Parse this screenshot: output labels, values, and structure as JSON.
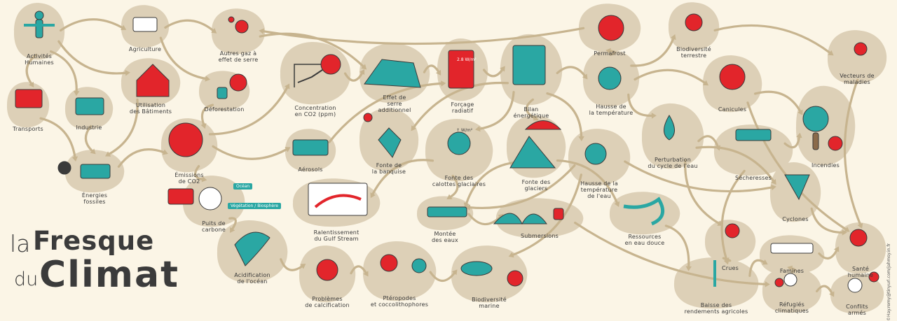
{
  "title": {
    "la": "la",
    "fresque": "Fresque",
    "du": "du",
    "climat": "Climat"
  },
  "credit": "©Hay.remy@tinyurl.com/jahmsy.in.fr",
  "colors": {
    "background": "#fbf5e6",
    "blob": "#ddd0b7",
    "arrow": "#c7b48f",
    "red": "#e2252b",
    "teal": "#2aa7a3",
    "ink": "#3a3a3a"
  },
  "nodes": [
    {
      "id": "activites",
      "label": "Activités\nHumaines"
    },
    {
      "id": "agriculture",
      "label": "Agriculture"
    },
    {
      "id": "autres_gaz",
      "label": "Autres gaz à\neffet de serre"
    },
    {
      "id": "transports",
      "label": "Transports"
    },
    {
      "id": "industrie",
      "label": "Industrie"
    },
    {
      "id": "batiments",
      "label": "Utilisation\ndes Bâtiments"
    },
    {
      "id": "deforestation",
      "label": "Déforestation"
    },
    {
      "id": "energies",
      "label": "Énergies\nfossiles"
    },
    {
      "id": "emissions",
      "label": "Émissions\nde CO2"
    },
    {
      "id": "concentration",
      "label": "Concentration\nen CO2 (ppm)"
    },
    {
      "id": "effet_serre",
      "label": "Effet de\nserre\nadditionnel"
    },
    {
      "id": "forcage",
      "label": "Forçage\nradiatif"
    },
    {
      "id": "bilan",
      "label": "Bilan\nénergétique"
    },
    {
      "id": "permafrost",
      "label": "Permafrost"
    },
    {
      "id": "hausse_temp",
      "label": "Hausse de\nla température"
    },
    {
      "id": "biodiv_terrestre",
      "label": "Biodiversité\nterrestre"
    },
    {
      "id": "vecteurs",
      "label": "Vecteurs de\nmaladies"
    },
    {
      "id": "aerosols",
      "label": "Aérosols"
    },
    {
      "id": "banquise",
      "label": "Fonte de\nla banquise"
    },
    {
      "id": "calottes",
      "label": "Fonte des\ncalottes glaciaires"
    },
    {
      "id": "glaciers",
      "label": "Fonte des\nglaciers"
    },
    {
      "id": "hausse_eau",
      "label": "Hausse de la\ntempérature\nde l'eau"
    },
    {
      "id": "cycle_eau",
      "label": "Perturbation\ndu cycle de l'eau"
    },
    {
      "id": "canicules",
      "label": "Canicules"
    },
    {
      "id": "incendies",
      "label": "Incendies"
    },
    {
      "id": "secheresses",
      "label": "Sécheresses"
    },
    {
      "id": "puits",
      "label": "Puits de\ncarbone"
    },
    {
      "id": "gulf",
      "label": "Ralentissement\ndu Gulf Stream"
    },
    {
      "id": "montee",
      "label": "Montée\ndes eaux"
    },
    {
      "id": "submersions",
      "label": "Submersions"
    },
    {
      "id": "ressources",
      "label": "Ressources\nen eau douce"
    },
    {
      "id": "cyclones",
      "label": "Cyclones"
    },
    {
      "id": "crues",
      "label": "Crues"
    },
    {
      "id": "famines",
      "label": "Famines"
    },
    {
      "id": "sante",
      "label": "Santé\nhumaine"
    },
    {
      "id": "acidification",
      "label": "Acidification\nde l'océan"
    },
    {
      "id": "calcification",
      "label": "Problèmes\nde calcification"
    },
    {
      "id": "pteropodes",
      "label": "Ptéropodes\net coccolithophores"
    },
    {
      "id": "biodiv_marine",
      "label": "Biodiversité\nmarine"
    },
    {
      "id": "rendements",
      "label": "Baisse des\nrendements agricoles"
    },
    {
      "id": "refugies",
      "label": "Réfugiés\nclimatiques"
    },
    {
      "id": "conflits",
      "label": "Conflits\narmés"
    }
  ],
  "annotations": {
    "forcage_value": "2.8 W/m²",
    "calottes_value": "↑ W/m²",
    "sign_ocean": "Océan",
    "sign_biosphere": "Végétation / Biosphère"
  },
  "edges": [
    [
      "activites",
      "agriculture"
    ],
    [
      "activites",
      "transports"
    ],
    [
      "activites",
      "industrie"
    ],
    [
      "activites",
      "batiments"
    ],
    [
      "agriculture",
      "autres_gaz"
    ],
    [
      "agriculture",
      "deforestation"
    ],
    [
      "transports",
      "energies"
    ],
    [
      "industrie",
      "energies"
    ],
    [
      "batiments",
      "energies"
    ],
    [
      "deforestation",
      "emissions"
    ],
    [
      "energies",
      "emissions"
    ],
    [
      "emissions",
      "concentration"
    ],
    [
      "autres_gaz",
      "effet_serre"
    ],
    [
      "concentration",
      "effet_serre"
    ],
    [
      "effet_serre",
      "forcage"
    ],
    [
      "forcage",
      "bilan"
    ],
    [
      "bilan",
      "hausse_temp"
    ],
    [
      "bilan",
      "banquise"
    ],
    [
      "bilan",
      "calottes"
    ],
    [
      "bilan",
      "glaciers"
    ],
    [
      "bilan",
      "hausse_eau"
    ],
    [
      "hausse_temp",
      "permafrost"
    ],
    [
      "permafrost",
      "autres_gaz"
    ],
    [
      "hausse_temp",
      "biodiv_terrestre"
    ],
    [
      "hausse_temp",
      "canicules"
    ],
    [
      "hausse_temp",
      "cycle_eau"
    ],
    [
      "biodiv_terrestre",
      "vecteurs"
    ],
    [
      "vecteurs",
      "sante"
    ],
    [
      "canicules",
      "incendies"
    ],
    [
      "secheresses",
      "incendies"
    ],
    [
      "cycle_eau",
      "secheresses"
    ],
    [
      "cycle_eau",
      "crues"
    ],
    [
      "cycle_eau",
      "cyclones"
    ],
    [
      "emissions",
      "aerosols"
    ],
    [
      "aerosols",
      "forcage"
    ],
    [
      "emissions",
      "puits"
    ],
    [
      "puits",
      "acidification"
    ],
    [
      "acidification",
      "calcification"
    ],
    [
      "calcification",
      "pteropodes"
    ],
    [
      "pteropodes",
      "biodiv_marine"
    ],
    [
      "hausse_eau",
      "biodiv_marine"
    ],
    [
      "hausse_eau",
      "cyclones"
    ],
    [
      "calottes",
      "montee"
    ],
    [
      "glaciers",
      "montee"
    ],
    [
      "glaciers",
      "ressources"
    ],
    [
      "montee",
      "submersions"
    ],
    [
      "hausse_eau",
      "montee"
    ],
    [
      "calottes",
      "gulf"
    ],
    [
      "ressources",
      "rendements"
    ],
    [
      "secheresses",
      "rendements"
    ],
    [
      "crues",
      "rendements"
    ],
    [
      "cyclones",
      "sante"
    ],
    [
      "rendements",
      "famines"
    ],
    [
      "famines",
      "sante"
    ],
    [
      "famines",
      "refugies"
    ],
    [
      "submersions",
      "refugies"
    ],
    [
      "refugies",
      "conflits"
    ],
    [
      "canicules",
      "sante"
    ]
  ]
}
